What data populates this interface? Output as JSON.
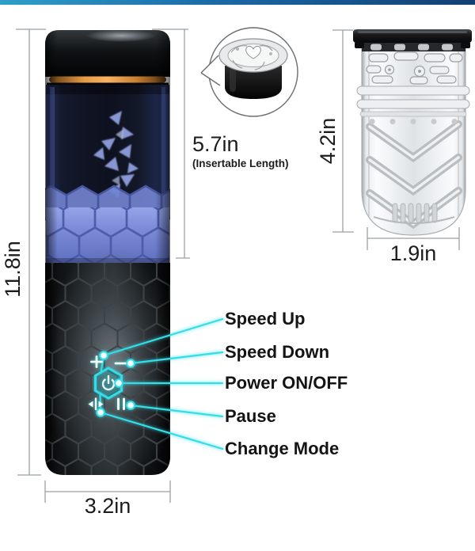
{
  "page": {
    "background": "#ffffff"
  },
  "topbar": {
    "gradient_left": "#2f9fc9",
    "gradient_mid": "#1a6aa8",
    "gradient_right": "#123f73"
  },
  "dimensions": {
    "total_height": "11.8in",
    "insertable_length": "5.7in",
    "insertable_note": "(Insertable Length)",
    "sleeve_height": "4.2in",
    "sleeve_width": "1.9in",
    "body_width": "3.2in"
  },
  "controls": {
    "accent_color": "#36dde6",
    "items": [
      {
        "id": "speed-up",
        "label": "Speed Up",
        "glyph": "plus-icon"
      },
      {
        "id": "speed-down",
        "label": "Speed Down",
        "glyph": "minus-icon"
      },
      {
        "id": "power",
        "label": "Power ON/OFF",
        "glyph": "power-icon"
      },
      {
        "id": "pause",
        "label": "Pause",
        "glyph": "pause-icon"
      },
      {
        "id": "change-mode",
        "label": "Change Mode",
        "glyph": "swap-arrows-icon"
      }
    ]
  },
  "product": {
    "ring_color": "#e89a45",
    "band_color": "#7d8dd9",
    "window_color": "#10141f",
    "body_color": "#17191b",
    "sleeve_tone": "#dfe3e6"
  }
}
